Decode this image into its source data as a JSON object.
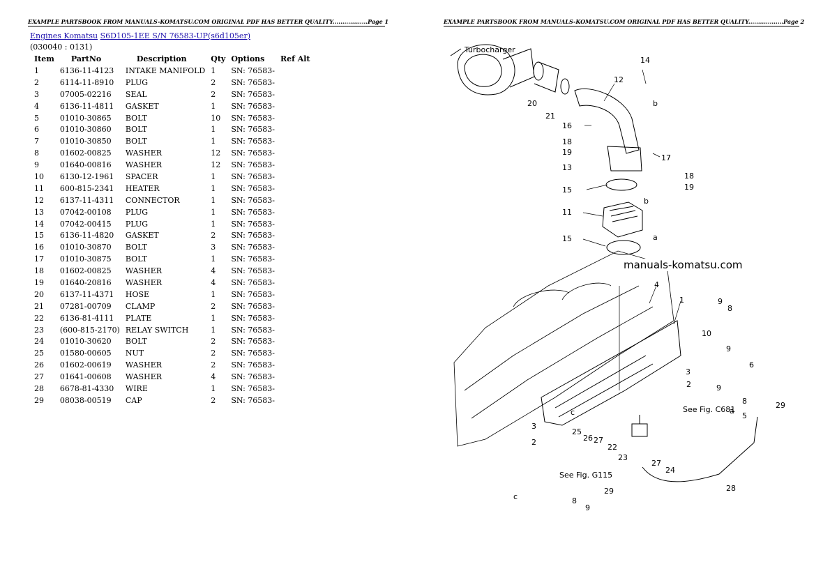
{
  "header": {
    "page1": "EXAMPLE PARTSBOOK FROM MANUALS-KOMATSU.COM ORIGINAL PDF HAS BETTER QUALITY..................Page 1",
    "page2": "EXAMPLE PARTSBOOK FROM MANUALS-KOMATSU.COM ORIGINAL PDF HAS BETTER QUALITY..................Page 2"
  },
  "breadcrumb": {
    "link1": "Engines Komatsu",
    "link2": "S6D105-1EE S/N 76583-UP(s6d105er)"
  },
  "range": "(030040 : 0131)",
  "columns": [
    "Item",
    "PartNo",
    "Description",
    "Qty",
    "Options",
    "Ref Alt"
  ],
  "rows": [
    [
      "1",
      "6136-11-4123",
      "INTAKE MANIFOLD",
      "1",
      "SN: 76583-",
      ""
    ],
    [
      "2",
      "6114-11-8910",
      "PLUG",
      "2",
      "SN: 76583-",
      ""
    ],
    [
      "3",
      "07005-02216",
      "SEAL",
      "2",
      "SN: 76583-",
      ""
    ],
    [
      "4",
      "6136-11-4811",
      "GASKET",
      "1",
      "SN: 76583-",
      ""
    ],
    [
      "5",
      "01010-30865",
      "BOLT",
      "10",
      "SN: 76583-",
      ""
    ],
    [
      "6",
      "01010-30860",
      "BOLT",
      "1",
      "SN: 76583-",
      ""
    ],
    [
      "7",
      "01010-30850",
      "BOLT",
      "1",
      "SN: 76583-",
      ""
    ],
    [
      "8",
      "01602-00825",
      "WASHER",
      "12",
      "SN: 76583-",
      ""
    ],
    [
      "9",
      "01640-00816",
      "WASHER",
      "12",
      "SN: 76583-",
      ""
    ],
    [
      "10",
      "6130-12-1961",
      "SPACER",
      "1",
      "SN: 76583-",
      ""
    ],
    [
      "11",
      "600-815-2341",
      "HEATER",
      "1",
      "SN: 76583-",
      ""
    ],
    [
      "12",
      "6137-11-4311",
      "CONNECTOR",
      "1",
      "SN: 76583-",
      ""
    ],
    [
      "13",
      "07042-00108",
      "PLUG",
      "1",
      "SN: 76583-",
      ""
    ],
    [
      "14",
      "07042-00415",
      "PLUG",
      "1",
      "SN: 76583-",
      ""
    ],
    [
      "15",
      "6136-11-4820",
      "GASKET",
      "2",
      "SN: 76583-",
      ""
    ],
    [
      "16",
      "01010-30870",
      "BOLT",
      "3",
      "SN: 76583-",
      ""
    ],
    [
      "17",
      "01010-30875",
      "BOLT",
      "1",
      "SN: 76583-",
      ""
    ],
    [
      "18",
      "01602-00825",
      "WASHER",
      "4",
      "SN: 76583-",
      ""
    ],
    [
      "19",
      "01640-20816",
      "WASHER",
      "4",
      "SN: 76583-",
      ""
    ],
    [
      "20",
      "6137-11-4371",
      "HOSE",
      "1",
      "SN: 76583-",
      ""
    ],
    [
      "21",
      "07281-00709",
      "CLAMP",
      "2",
      "SN: 76583-",
      ""
    ],
    [
      "22",
      "6136-81-4111",
      "PLATE",
      "1",
      "SN: 76583-",
      ""
    ],
    [
      "23",
      "(600-815-2170)",
      "RELAY SWITCH",
      "1",
      "SN: 76583-",
      ""
    ],
    [
      "24",
      "01010-30620",
      "BOLT",
      "2",
      "SN: 76583-",
      ""
    ],
    [
      "25",
      "01580-00605",
      "NUT",
      "2",
      "SN: 76583-",
      ""
    ],
    [
      "26",
      "01602-00619",
      "WASHER",
      "2",
      "SN: 76583-",
      ""
    ],
    [
      "27",
      "01641-00608",
      "WASHER",
      "4",
      "SN: 76583-",
      ""
    ],
    [
      "28",
      "6678-81-4330",
      "WIRE",
      "1",
      "SN: 76583-",
      ""
    ],
    [
      "29",
      "08038-00519",
      "CAP",
      "2",
      "SN: 76583-",
      ""
    ]
  ],
  "diagram": {
    "watermark": "manuals-komatsu.com",
    "turbo_label": "Turbocharger",
    "callouts": [
      "14",
      "12",
      "20",
      "21",
      "b",
      "16",
      "18",
      "19",
      "17",
      "13",
      "18",
      "19",
      "15",
      "b",
      "11",
      "a",
      "15",
      "4",
      "1",
      "9",
      "8",
      "10",
      "9",
      "3",
      "6",
      "2",
      "9",
      "8",
      "5",
      "29",
      "c",
      "3",
      "25",
      "26",
      "27",
      "22",
      "23",
      "27",
      "24",
      "a",
      "28",
      "29",
      "2",
      "c",
      "8",
      "9"
    ],
    "fig_ref_1": "See Fig. C681",
    "fig_ref_2": "See Fig. G115"
  }
}
